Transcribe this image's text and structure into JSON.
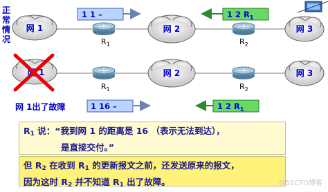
{
  "side_label": "正常情况",
  "fault_label": "网 1出了故障",
  "networks": {
    "net1": "网 1",
    "net2": "网 2",
    "net3": "网 3"
  },
  "routers": {
    "r1": {
      "main": "R",
      "sub": "1"
    },
    "r2": {
      "main": "R",
      "sub": "2"
    }
  },
  "messages": {
    "top_r1_update": "1 1 –",
    "top_r2_update_main": "1 2 R",
    "top_r2_update_sub": "1",
    "bottom_r1_update": "1 16 –",
    "bottom_r2_update_main": "1 2 R",
    "bottom_r2_update_sub": "1"
  },
  "note_1": {
    "r": "R",
    "r_sub": "1",
    "line1_rest": " 说：“我到网 1 的距离是 16 （表示无法到达），",
    "line2": "是直接交付。”"
  },
  "note_2": {
    "part1": "但 R",
    "sub1": "2",
    "part2": " 在收到 R",
    "sub2": "1",
    "part3": " 的更新报文之前，还发送原来的报文，",
    "line2_part1": "因为这时 R",
    "line2_sub1": "2",
    "line2_part2": " 并不知道 R",
    "line2_sub2": "1",
    "line2_part3": " 出了故障。"
  },
  "watermark": "@51CTO博客",
  "colors": {
    "text_blue": "#0000cc",
    "fault_cross": "#e8000a",
    "message_box_blue": "#b8d4ff",
    "message_box_green": "#66d966",
    "router_fill": "#6f95b3",
    "note_1_bg": "#fffad0",
    "note_2_bg": "#fff27a"
  }
}
